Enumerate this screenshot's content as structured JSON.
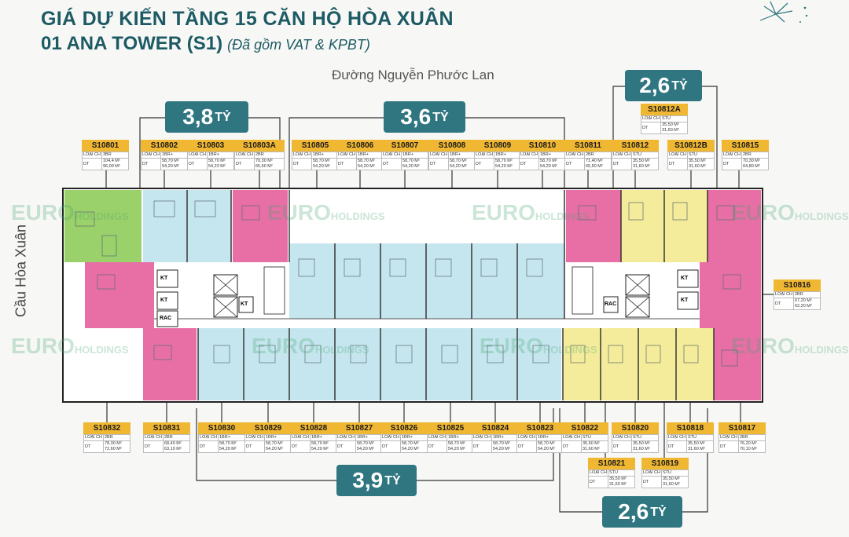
{
  "header": {
    "line1": "GIÁ DỰ KIẾN TẦNG 15 CĂN HỘ HÒA XUÂN",
    "line2": "01 ANA TOWER (S1)",
    "line2_note": "(Đã gồm VAT & KPBT)"
  },
  "street": "Đường Nguyễn Phước Lan",
  "bridge": "Cầu Hòa Xuân",
  "prices": {
    "p1": {
      "value": "3,8",
      "unit": "TỶ"
    },
    "p2": {
      "value": "3,6",
      "unit": "TỶ"
    },
    "p3": {
      "value": "2,6",
      "unit": "TỶ"
    },
    "p4": {
      "value": "3,9",
      "unit": "TỶ"
    },
    "p5": {
      "value": "2,6",
      "unit": "TỶ"
    }
  },
  "labels": {
    "type": "LOẠI CH",
    "area": "DT",
    "kt": "KT",
    "rac": "RAC"
  },
  "watermark": {
    "brand": "EURO",
    "suffix": "HOLDINGS"
  },
  "colors": {
    "teal": "#2f7681",
    "gold": "#f0b732",
    "pink": "#e86fa6",
    "blue": "#c5e6ef",
    "yellow": "#f4ec9a",
    "green": "#9bd16a"
  },
  "units": [
    {
      "code": "S10801",
      "type": "3BR",
      "a1": "104,4 M²",
      "a2": "96,00 M²"
    },
    {
      "code": "S10802",
      "type": "1BR+",
      "a1": "58,70 M²",
      "a2": "54,20 M²"
    },
    {
      "code": "S10803",
      "type": "1BR+",
      "a1": "58,70 M²",
      "a2": "54,23 M²"
    },
    {
      "code": "S10803A",
      "type": "2BR",
      "a1": "70,30 M²",
      "a2": "65,60 M²"
    },
    {
      "code": "S10805",
      "type": "1BR+",
      "a1": "58,70 M²",
      "a2": "54,20 M²"
    },
    {
      "code": "S10806",
      "type": "1BR+",
      "a1": "58,70 M²",
      "a2": "54,20 M²"
    },
    {
      "code": "S10807",
      "type": "1BR+",
      "a1": "58,70 M²",
      "a2": "54,20 M²"
    },
    {
      "code": "S10808",
      "type": "1BR+",
      "a1": "58,70 M²",
      "a2": "54,20 M²"
    },
    {
      "code": "S10809",
      "type": "1BR+",
      "a1": "58,70 M²",
      "a2": "54,20 M²"
    },
    {
      "code": "S10810",
      "type": "1BR+",
      "a1": "58,70 M²",
      "a2": "54,20 M²"
    },
    {
      "code": "S10811",
      "type": "2BR",
      "a1": "71,40 M²",
      "a2": "65,50 M²"
    },
    {
      "code": "S10812",
      "type": "STU",
      "a1": "35,50 M²",
      "a2": "31,60 M²"
    },
    {
      "code": "S10812A",
      "type": "STU",
      "a1": "35,50 M²",
      "a2": "31,60 M²"
    },
    {
      "code": "S10812B",
      "type": "STU",
      "a1": "35,50 M²",
      "a2": "31,60 M²"
    },
    {
      "code": "S10815",
      "type": "2BR",
      "a1": "70,30 M²",
      "a2": "64,80 M²"
    },
    {
      "code": "S10816",
      "type": "2BR",
      "a1": "67,20 M²",
      "a2": "62,20 M²"
    },
    {
      "code": "S10832",
      "type": "2BR",
      "a1": "78,30 M²",
      "a2": "72,60 M²"
    },
    {
      "code": "S10831",
      "type": "2BR",
      "a1": "68,40 M²",
      "a2": "63,10 M²"
    },
    {
      "code": "S10830",
      "type": "1BR+",
      "a1": "58,70 M²",
      "a2": "54,20 M²"
    },
    {
      "code": "S10829",
      "type": "1BR+",
      "a1": "58,70 M²",
      "a2": "54,20 M²"
    },
    {
      "code": "S10828",
      "type": "1BR+",
      "a1": "58,70 M²",
      "a2": "54,20 M²"
    },
    {
      "code": "S10827",
      "type": "1BR+",
      "a1": "58,70 M²",
      "a2": "54,20 M²"
    },
    {
      "code": "S10826",
      "type": "1BR+",
      "a1": "58,70 M²",
      "a2": "54,20 M²"
    },
    {
      "code": "S10825",
      "type": "1BR+",
      "a1": "58,70 M²",
      "a2": "54,20 M²"
    },
    {
      "code": "S10824",
      "type": "1BR+",
      "a1": "58,70 M²",
      "a2": "54,20 M²"
    },
    {
      "code": "S10823",
      "type": "1BR+",
      "a1": "58,70 M²",
      "a2": "54,20 M²"
    },
    {
      "code": "S10822",
      "type": "STU",
      "a1": "35,50 M²",
      "a2": "31,60 M²"
    },
    {
      "code": "S10821",
      "type": "STU",
      "a1": "35,50 M²",
      "a2": "31,60 M²"
    },
    {
      "code": "S10820",
      "type": "STU",
      "a1": "35,50 M²",
      "a2": "31,60 M²"
    },
    {
      "code": "S10819",
      "type": "STU",
      "a1": "35,50 M²",
      "a2": "31,60 M²"
    },
    {
      "code": "S10818",
      "type": "STU",
      "a1": "35,50 M²",
      "a2": "31,60 M²"
    },
    {
      "code": "S10817",
      "type": "2BR",
      "a1": "76,20 M²",
      "a2": "70,10 M²"
    }
  ]
}
